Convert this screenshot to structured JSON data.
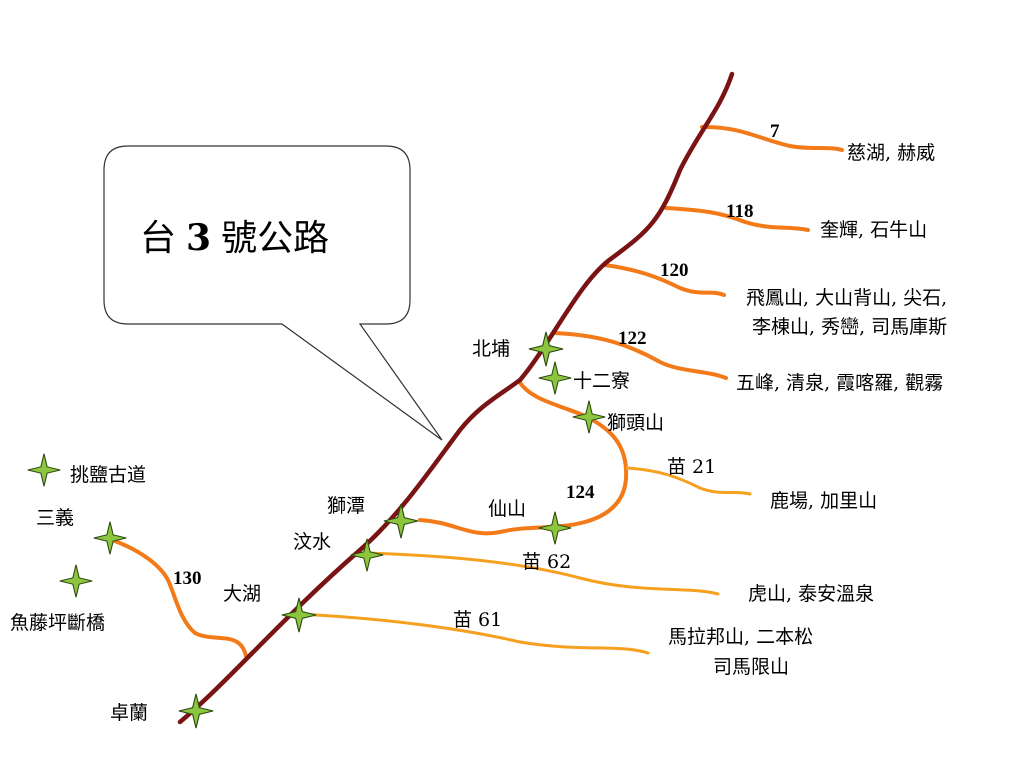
{
  "colors": {
    "highway": "#7a1414",
    "spur_dark": "#f27a18",
    "spur_light": "#f6a020",
    "star_fill": "#8cc63f",
    "star_stroke": "#2e4a12",
    "bubble_stroke": "#333333"
  },
  "callout": {
    "title_prefix": "台",
    "title_number": "3",
    "title_suffix": "號公路"
  },
  "legend": {
    "icon": "trail-star-icon",
    "label": "挑鹽古道"
  },
  "route_numbers": {
    "r7": "7",
    "r118": "118",
    "r120": "120",
    "r122": "122",
    "r124": "124",
    "r130": "130",
    "miao21": "苗 21",
    "miao62": "苗 62",
    "miao61": "苗 61"
  },
  "places": {
    "cihu": "慈湖, 赫威",
    "kueihui": "奎輝, 石牛山",
    "feifeng_1": "飛鳳山, 大山背山, 尖石,",
    "feifeng_2": "李棟山, 秀巒, 司馬庫斯",
    "wufeng": "五峰, 清泉, 霞喀羅, 觀霧",
    "beipu": "北埔",
    "shiercao": "十二寮",
    "shitoushan": "獅頭山",
    "luchang": "鹿場, 加里山",
    "shitan": "獅潭",
    "xianshan": "仙山",
    "wenshui": "汶水",
    "hushan": "虎山, 泰安溫泉",
    "dahu": "大湖",
    "malabang_1": "馬拉邦山, 二本松",
    "malabang_2": "司馬限山",
    "zhuolan": "卓蘭",
    "sanyi": "三義",
    "yutengping": "魚藤坪斷橋"
  }
}
